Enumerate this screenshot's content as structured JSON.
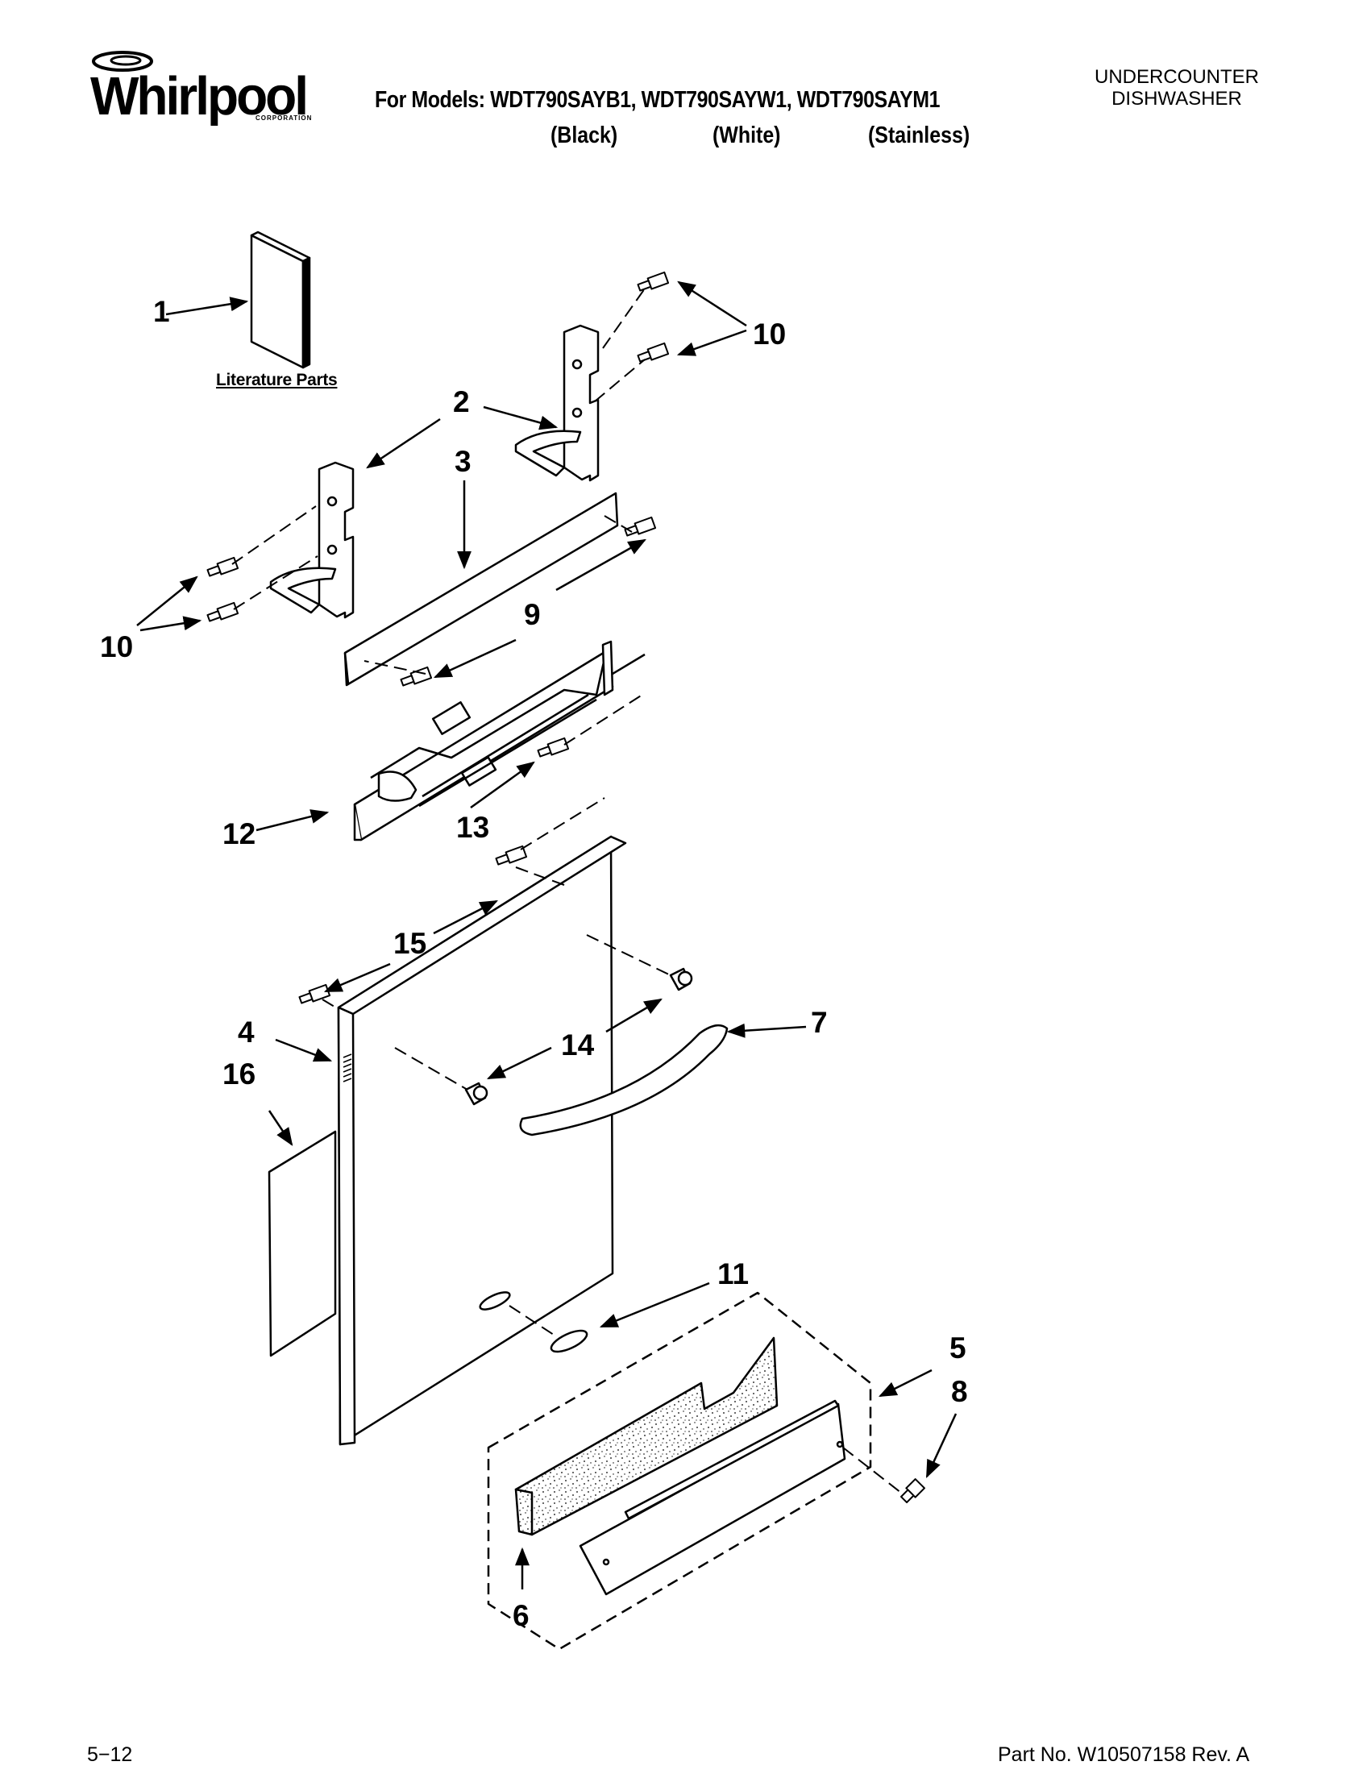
{
  "brand": {
    "name": "Whirlpool",
    "sub": "CORPORATION"
  },
  "header": {
    "models_prefix": "For Models:",
    "models": "WDT790SAYB1, WDT790SAYW1, WDT790SAYM1",
    "finishes": [
      "(Black)",
      "(White)",
      "(Stainless)"
    ],
    "doc_type_line1": "UNDERCOUNTER",
    "doc_type_line2": "DISHWASHER"
  },
  "diagram": {
    "literature_label": "Literature Parts",
    "callouts": {
      "c1": "1",
      "c2": "2",
      "c3": "3",
      "c4": "4",
      "c5": "5",
      "c6": "6",
      "c7": "7",
      "c8": "8",
      "c9": "9",
      "c10a": "10",
      "c10b": "10",
      "c11": "11",
      "c12": "12",
      "c13": "13",
      "c14": "14",
      "c15": "15",
      "c16": "16"
    }
  },
  "footer": {
    "page": "5−12",
    "part_number": "Part No. W10507158 Rev. A"
  }
}
